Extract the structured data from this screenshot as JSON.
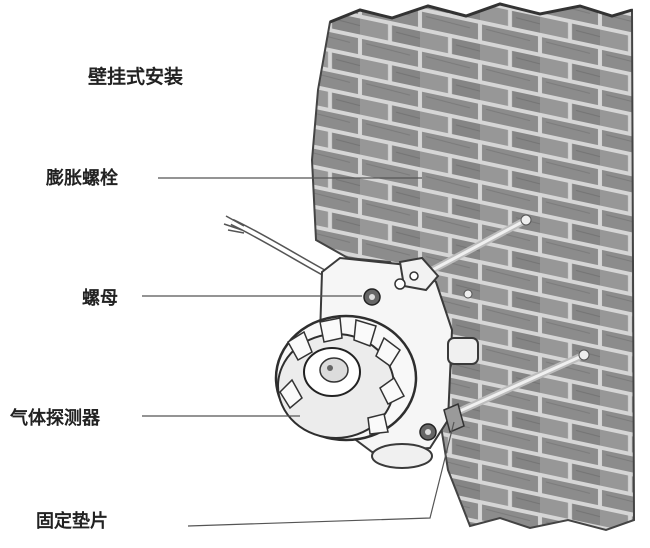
{
  "title": "壁挂式安装",
  "labels": {
    "expansion_bolt": "膨胀螺栓",
    "nut": "螺母",
    "gas_detector": "气体探测器",
    "fixing_washer": "固定垫片"
  },
  "colors": {
    "brick_face": "#8f8f8f",
    "mortar": "#d4d4d4",
    "detector_body": "#f4f4f4",
    "leader_line": "#555555"
  }
}
